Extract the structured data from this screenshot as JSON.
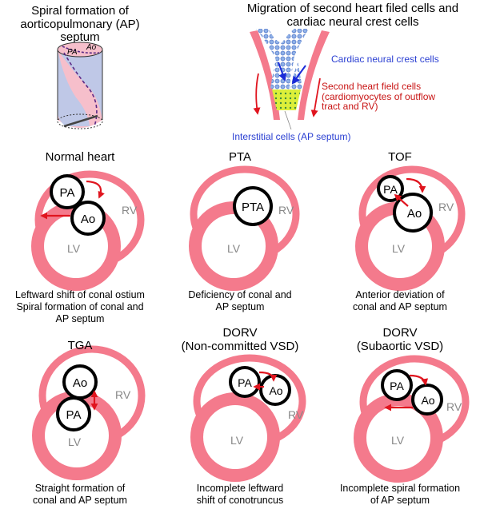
{
  "colors": {
    "ring": "#f47a8c",
    "arrow_red": "#e0141e",
    "arrow_blue": "#1a2bd8",
    "crest_blue": "#2a3fd2",
    "field_red": "#c81414",
    "cylinder_blue": "#b9c9ea",
    "cylinder_pink": "#f6bfcb",
    "septum_dots": "#d7ec34"
  },
  "top_left": {
    "title_line1": "Spiral formation of",
    "title_line2": "aorticopulmonary (AP) septum",
    "label_ao": "Ao",
    "label_pa": "PA"
  },
  "top_right": {
    "title_line1": "Migration of second heart filed cells and",
    "title_line2": "cardiac neural crest cells",
    "label_crest": "Cardiac neural crest cells",
    "label_field_1": "Second heart field cells",
    "label_field_2": "(cardiomyocytes of outflow",
    "label_field_3": "tract and RV)",
    "label_interstitial": "Interstitial cells (AP septum)"
  },
  "panels": [
    {
      "title": "Normal heart",
      "pa": "PA",
      "ao": "Ao",
      "rv": "RV",
      "lv": "LV",
      "caption_1": "Leftward shift of conal ostium",
      "caption_2": "Spiral formation of conal and",
      "caption_3": "AP septum"
    },
    {
      "title": "PTA",
      "pta": "PTA",
      "rv": "RV",
      "lv": "LV",
      "caption_1": "Deficiency of conal and",
      "caption_2": "AP septum"
    },
    {
      "title": "TOF",
      "pa": "PA",
      "ao": "Ao",
      "rv": "RV",
      "lv": "LV",
      "caption_1": "Anterior deviation of",
      "caption_2": "conal and AP septum"
    },
    {
      "title": "TGA",
      "pa": "PA",
      "ao": "Ao",
      "rv": "RV",
      "lv": "LV",
      "caption_1": "Straight formation of",
      "caption_2": "conal and AP septum"
    },
    {
      "title": "DORV",
      "subtitle": "(Non-committed VSD)",
      "pa": "PA",
      "ao": "Ao",
      "rv": "RV",
      "lv": "LV",
      "caption_1": "Incomplete leftward",
      "caption_2": "shift of conotruncus"
    },
    {
      "title": "DORV",
      "subtitle": "(Subaortic VSD)",
      "pa": "PA",
      "ao": "Ao",
      "rv": "RV",
      "lv": "LV",
      "caption_1": "Incomplete spiral formation",
      "caption_2": "of AP septum"
    }
  ]
}
